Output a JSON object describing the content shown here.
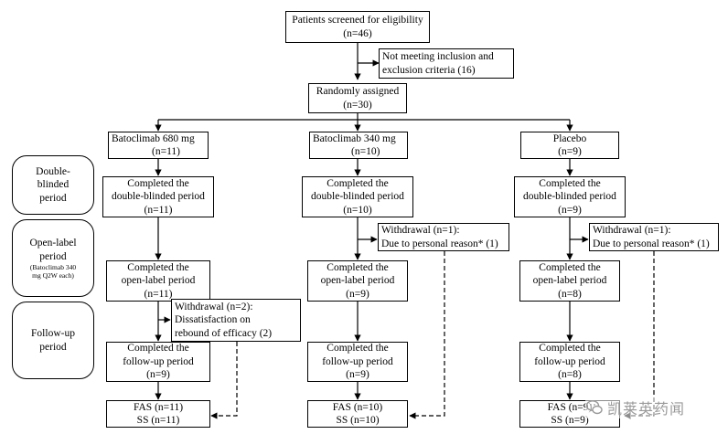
{
  "boxes": {
    "screened": {
      "line1": "Patients screened for eligibility",
      "line2": "(n=46)"
    },
    "excluded": {
      "line1": "Not meeting inclusion and",
      "line2": "exclusion criteria (16)"
    },
    "randomized": {
      "line1": "Randomly assigned",
      "line2": "(n=30)"
    },
    "arm680": {
      "arm": {
        "line1": "Batoclimab 680 mg",
        "line2": "(n=11)"
      },
      "double": {
        "line1": "Completed the",
        "line2": "double-blinded period",
        "line3": "(n=11)"
      },
      "open": {
        "line1": "Completed the",
        "line2": "open-label period",
        "line3": "(n=11)"
      },
      "withdrawal": {
        "line1": "Withdrawal (n=2):",
        "line2": "Dissatisfaction on",
        "line3": "rebound of efficacy (2)"
      },
      "followup": {
        "line1": "Completed the",
        "line2": "follow-up period",
        "line3": "(n=9)"
      },
      "analysis": {
        "line1": "FAS (n=11)",
        "line2": "SS (n=11)"
      }
    },
    "arm340": {
      "arm": {
        "line1": "Batoclimab 340 mg",
        "line2": "(n=10)"
      },
      "double": {
        "line1": "Completed the",
        "line2": "double-blinded period",
        "line3": "(n=10)"
      },
      "withdrawal": {
        "line1": "Withdrawal (n=1):",
        "line2": "Due to personal reason* (1)"
      },
      "open": {
        "line1": "Completed the",
        "line2": "open-label period",
        "line3": "(n=9)"
      },
      "followup": {
        "line1": "Completed the",
        "line2": "follow-up period",
        "line3": "(n=9)"
      },
      "analysis": {
        "line1": "FAS (n=10)",
        "line2": "SS (n=10)"
      }
    },
    "placebo": {
      "arm": {
        "line1": "Placebo",
        "line2": "(n=9)"
      },
      "double": {
        "line1": "Completed the",
        "line2": "double-blinded period",
        "line3": "(n=9)"
      },
      "withdrawal": {
        "line1": "Withdrawal (n=1):",
        "line2": "Due to personal reason* (1)"
      },
      "open": {
        "line1": "Completed the",
        "line2": "open-label period",
        "line3": "(n=8)"
      },
      "followup": {
        "line1": "Completed the",
        "line2": "follow-up period",
        "line3": "(n=8)"
      },
      "analysis": {
        "line1": "FAS (n=9)",
        "line2": "SS (n=9)"
      }
    }
  },
  "phases": {
    "double": {
      "line1": "Double-",
      "line2": "blinded",
      "line3": "period"
    },
    "open": {
      "line1": "Open-label",
      "line2": "period",
      "note1": "(Batoclimab 340",
      "note2": "mg Q2W each)"
    },
    "followup": {
      "line1": "Follow-up",
      "line2": "period"
    }
  },
  "watermark": {
    "text": "凯莱英药闻",
    "icon": "wechat-logo-icon"
  }
}
